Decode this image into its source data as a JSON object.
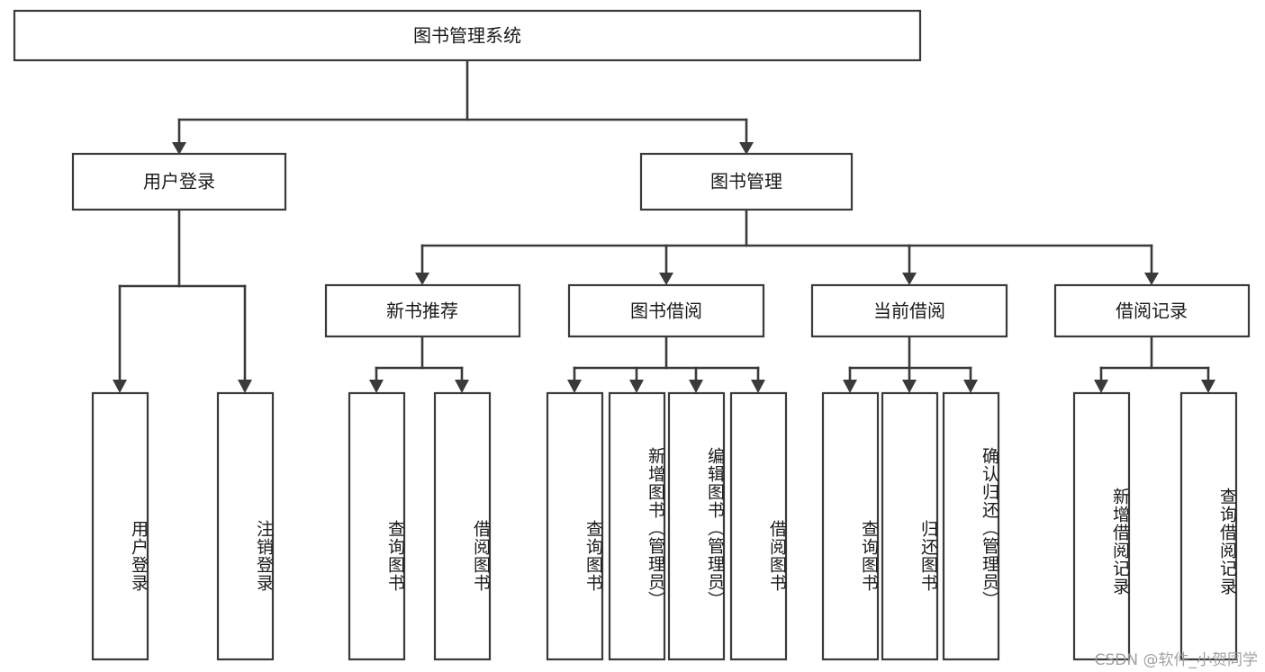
{
  "diagram": {
    "type": "tree",
    "title": "图书管理系统",
    "root": {
      "id": "root",
      "label": "图书管理系统",
      "orientation": "horizontal"
    },
    "level2": [
      {
        "id": "user-login",
        "label": "用户登录",
        "orientation": "horizontal"
      },
      {
        "id": "book-manage",
        "label": "图书管理",
        "orientation": "horizontal"
      }
    ],
    "level3": [
      {
        "id": "new-book-recommend",
        "label": "新书推荐",
        "orientation": "horizontal"
      },
      {
        "id": "book-borrow",
        "label": "图书借阅",
        "orientation": "horizontal"
      },
      {
        "id": "current-borrow",
        "label": "当前借阅",
        "orientation": "horizontal"
      },
      {
        "id": "borrow-record",
        "label": "借阅记录",
        "orientation": "horizontal"
      }
    ],
    "leaves": [
      {
        "id": "leaf-user-login",
        "label": "用户登录",
        "parent": "user-login",
        "orientation": "vertical"
      },
      {
        "id": "leaf-user-logout",
        "label": "注销登录",
        "parent": "user-login",
        "orientation": "vertical"
      },
      {
        "id": "leaf-query-book-1",
        "label": "查询图书",
        "parent": "new-book-recommend",
        "orientation": "vertical"
      },
      {
        "id": "leaf-borrow-book-1",
        "label": "借阅图书",
        "parent": "new-book-recommend",
        "orientation": "vertical"
      },
      {
        "id": "leaf-query-book-2",
        "label": "查询图书",
        "parent": "book-borrow",
        "orientation": "vertical"
      },
      {
        "id": "leaf-add-book",
        "label": "新增图书（管理员）",
        "parent": "book-borrow",
        "orientation": "vertical"
      },
      {
        "id": "leaf-edit-book",
        "label": "编辑图书（管理员）",
        "parent": "book-borrow",
        "orientation": "vertical"
      },
      {
        "id": "leaf-borrow-book-2",
        "label": "借阅图书",
        "parent": "book-borrow",
        "orientation": "vertical"
      },
      {
        "id": "leaf-query-book-3",
        "label": "查询图书",
        "parent": "current-borrow",
        "orientation": "vertical"
      },
      {
        "id": "leaf-return-book",
        "label": "归还图书",
        "parent": "current-borrow",
        "orientation": "vertical"
      },
      {
        "id": "leaf-confirm-return",
        "label": "确认归还（管理员）",
        "parent": "current-borrow",
        "orientation": "vertical"
      },
      {
        "id": "leaf-add-record",
        "label": "新增借阅记录",
        "parent": "borrow-record",
        "orientation": "vertical"
      },
      {
        "id": "leaf-query-record",
        "label": "查询借阅记录",
        "parent": "borrow-record",
        "orientation": "vertical"
      }
    ],
    "colors": {
      "box_stroke": "#3a3a3a",
      "box_fill": "#ffffff",
      "connector": "#3a3a3a",
      "text": "#1a1a1a",
      "background": "#ffffff",
      "watermark": "#9a9a9a"
    }
  },
  "watermark": {
    "text": "CSDN @软件_小贺同学"
  }
}
